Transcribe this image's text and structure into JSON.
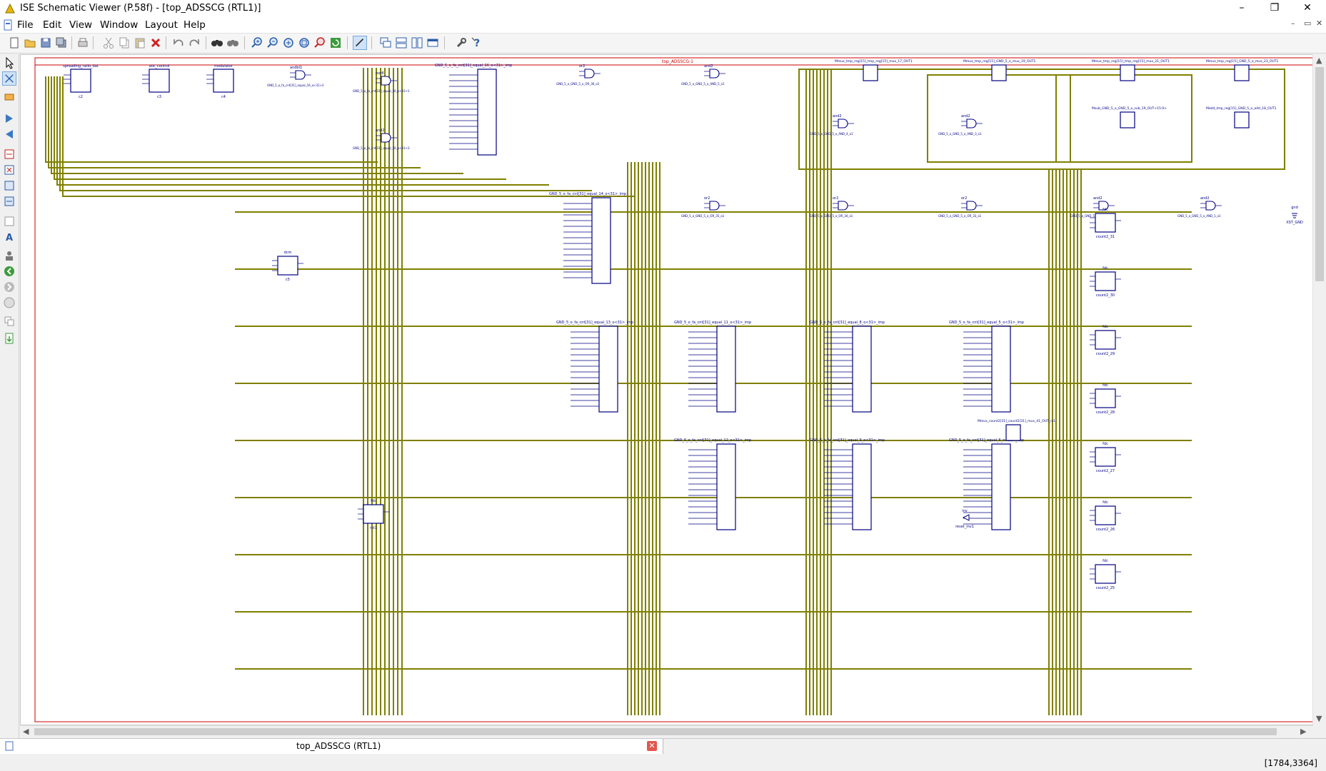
{
  "window": {
    "title": "ISE Schematic Viewer (P.58f) - [top_ADSSCG (RTL1)]",
    "minimize_glyph": "–",
    "restore_glyph": "❐",
    "close_glyph": "✕"
  },
  "menubar": {
    "items": [
      "File",
      "Edit",
      "View",
      "Window",
      "Layout",
      "Help"
    ],
    "mdi_min": "–",
    "mdi_restore": "▭",
    "mdi_close": "✕"
  },
  "schematic": {
    "sheet_title": "top_ADSSCG-1",
    "instances": [
      {
        "type": "spreading_ratio_dat",
        "name": "c2"
      },
      {
        "type": "aoc_control",
        "name": "c3"
      },
      {
        "type": "modulator",
        "name": "c4"
      },
      {
        "type": "dcm",
        "name": "c5"
      },
      {
        "type": "fdc",
        "name": "rst1"
      },
      {
        "type": "inv",
        "name": "reset_inv1"
      },
      {
        "type": "gnd",
        "name": "XST_GND"
      }
    ],
    "gates_top": [
      {
        "type": "andbl1",
        "label": "GND_5_o_fa_cnt[31]_equal_16_o<31>2"
      },
      {
        "type": "nor8",
        "label": "GND_5_o_fa_cnt[31]_equal_16_o<31>1"
      },
      {
        "type": "and2",
        "label": "GND_5_o_fa_cnt[31]_equal_16_o<31>3"
      },
      {
        "type": "or2",
        "label": "GND_5_o_GND_5_o_OR_36_o1"
      },
      {
        "type": "and2",
        "label": "GND_5_o_GND_5_o_AND_5_o1"
      },
      {
        "type": "or2",
        "label": "GND_5_o_GND_5_o_OR_35_o1"
      },
      {
        "type": "or2",
        "label": "GND_5_o_GND_5_o_OR_34_o1"
      },
      {
        "type": "or2",
        "label": "GND_5_o_GND_5_o_OR_33_o1"
      },
      {
        "type": "and2",
        "label": "GND_5_o_GND_5_o_AND_2_o1"
      },
      {
        "type": "and2",
        "label": "GND_5_o_GND_5_o_AND_1_o1"
      },
      {
        "type": "and2",
        "label": "GND_5_o_GND_5_o_AND_4_o1"
      },
      {
        "type": "and2",
        "label": "GND_5_o_GND_5_o_AND_3_o1"
      }
    ],
    "blocks": [
      {
        "label": "GND_5_o_fa_cnt[31]_equal_16_o<31>_imp"
      },
      {
        "label": "GND_5_o_fa_cnt[31]_equal_14_o<31>_imp"
      },
      {
        "label": "GND_5_o_fa_cnt[31]_equal_13_o<31>_imp"
      },
      {
        "label": "GND_5_o_fa_cnt[31]_equal_11_o<31>_imp"
      },
      {
        "label": "GND_5_o_fa_cnt[31]_equal_8_o<31>_imp"
      },
      {
        "label": "GND_5_o_fa_cnt[31]_equal_5_o<31>_imp"
      },
      {
        "label": "GND_5_o_fa_cnt[31]_equal_12_o<31>_imp"
      },
      {
        "label": "GND_5_o_fa_cnt[31]_equal_9_o<31>_imp"
      },
      {
        "label": "GND_5_o_fa_cnt[31]_equal_6_o<31>_imp"
      }
    ],
    "mux_labels": [
      "Mmux_tmp_reg[15]_tmp_reg[15]_mux_17_OUT1",
      "Mmux_tmp_reg[15]_GND_5_o_mux_19_OUT1",
      "Mmux_tmp_reg[15]_tmp_reg[15]_mux_21_OUT1",
      "Mmux_tmp_reg[15]_GND_5_o_mux_23_OUT1",
      "Msub_GND_5_o_GND_5_o_sub_19_OUT<15:0>",
      "Madd_tmp_reg[15]_GND_5_o_add_18_OUT1",
      "Mmux_count2[31]_count2[31]_mux_41_OUT_rs1"
    ],
    "counters": [
      "count2_31",
      "count2_30",
      "count2_29",
      "count2_28",
      "count2_27",
      "count2_26",
      "count2_25"
    ],
    "fdc_label": "fdc"
  },
  "tab": {
    "label": "top_ADSSCG (RTL1)",
    "close_glyph": "✕"
  },
  "status": {
    "coords": "[1784,3364]"
  },
  "colors": {
    "wire": "#808000",
    "symbol": "#000080",
    "label": "#00008b",
    "border": "#cc0000"
  }
}
